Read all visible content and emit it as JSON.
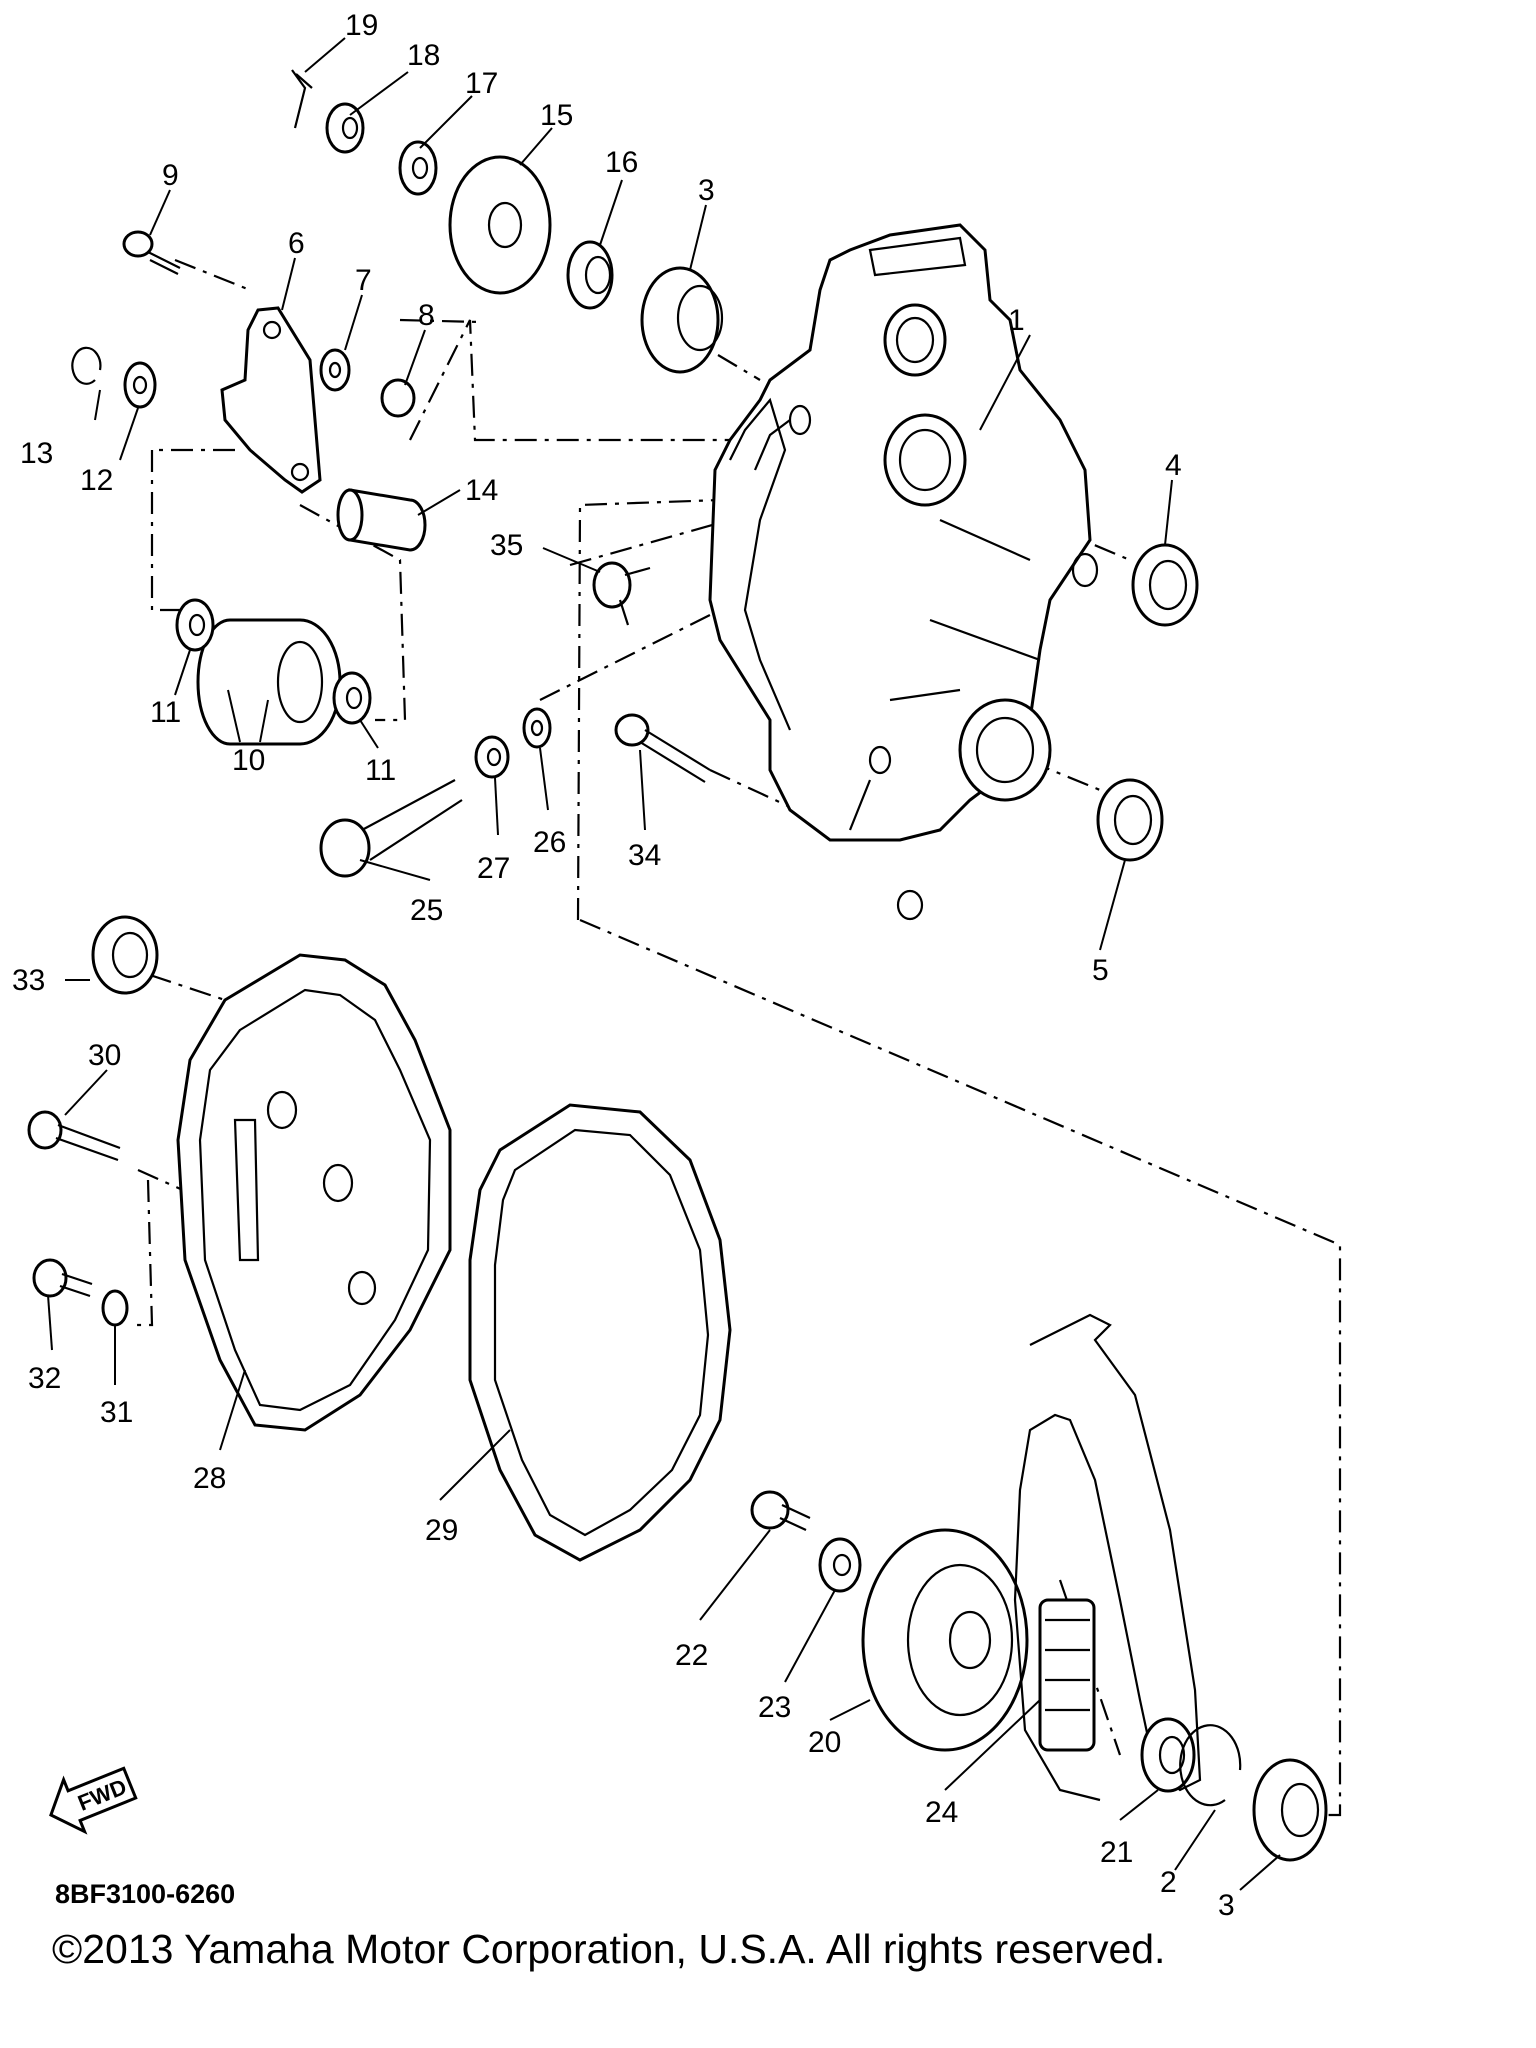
{
  "diagram": {
    "part_labels": [
      "1",
      "2",
      "3",
      "3",
      "4",
      "5",
      "6",
      "7",
      "8",
      "9",
      "10",
      "11",
      "11",
      "12",
      "13",
      "14",
      "15",
      "16",
      "17",
      "18",
      "19",
      "20",
      "21",
      "22",
      "23",
      "24",
      "25",
      "26",
      "27",
      "28",
      "29",
      "30",
      "31",
      "32",
      "33",
      "34",
      "35"
    ],
    "direction_badge": "FWD",
    "diagram_code": "8BF3100-6260",
    "copyright": "©2013 Yamaha Motor Corporation, U.S.A. All rights reserved."
  }
}
